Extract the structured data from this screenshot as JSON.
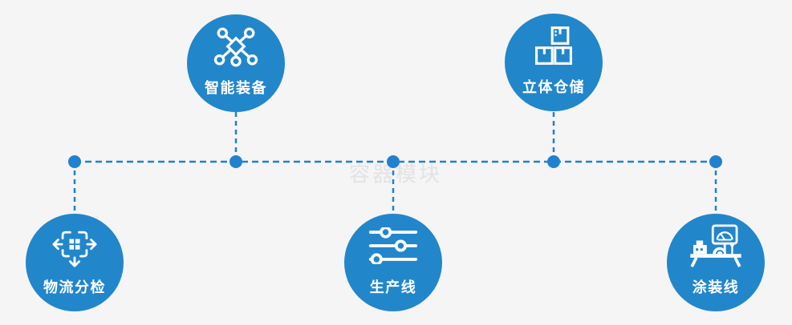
{
  "diagram": {
    "watermark": "容器模块",
    "colors": {
      "background": "#f5f5f6",
      "node_fill": "#2286cb",
      "connector": "#2181cf",
      "label_text": "#ffffff",
      "watermark_text": "#e3e3e4"
    },
    "nodes": [
      {
        "label": "智能装备",
        "icon": "network-nodes-icon",
        "row": "top"
      },
      {
        "label": "立体仓储",
        "icon": "stacked-boxes-icon",
        "row": "top"
      },
      {
        "label": "物流分检",
        "icon": "move-sort-icon",
        "row": "bottom"
      },
      {
        "label": "生产线",
        "icon": "sliders-icon",
        "row": "bottom"
      },
      {
        "label": "涂装线",
        "icon": "machine-console-icon",
        "row": "bottom"
      }
    ]
  }
}
